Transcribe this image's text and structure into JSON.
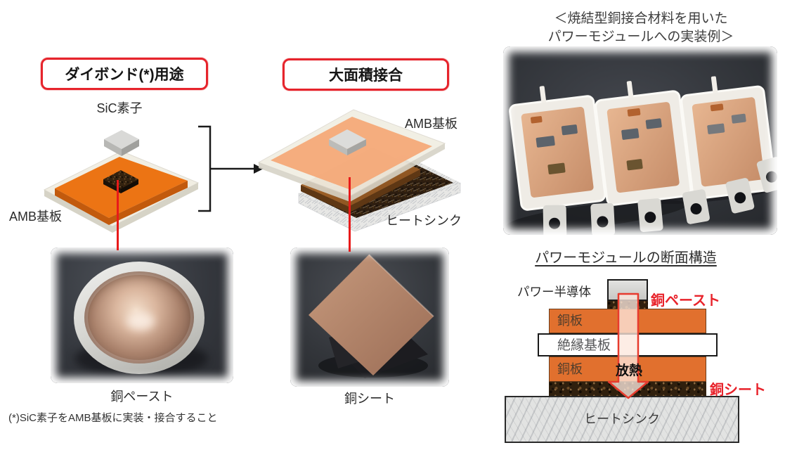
{
  "colors": {
    "accent_red": "#e6242c",
    "red_label": "#e8232b",
    "copper_orange_box": "#e1702e",
    "board_orange": "#ec7414",
    "amb_peach": "#f4a978"
  },
  "left": {
    "title": "ダイボンド(*)用途",
    "sic_label": "SiC素子",
    "amb_label": "AMB基板",
    "photo_label": "銅ペースト",
    "footnote": "(*)SiC素子をAMB基板に実装・接合すること"
  },
  "middle": {
    "title": "大面積接合",
    "amb_label": "AMB基板",
    "heatsink_label": "ヒートシンク",
    "photo_label": "銅シート"
  },
  "right": {
    "example_title_line1": "＜焼結型銅接合材料を用いた",
    "example_title_line2": "パワーモジュールへの実装例＞",
    "cross_title": "パワーモジュールの断面構造",
    "labels": {
      "semiconductor": "パワー半導体",
      "copper_paste": "銅ペースト",
      "copper_plate_top": "銅板",
      "insulator": "絶縁基板",
      "copper_plate_bottom": "銅板",
      "heat_dissipation": "放熱",
      "copper_sheet": "銅シート",
      "heatsink": "ヒートシンク"
    }
  }
}
